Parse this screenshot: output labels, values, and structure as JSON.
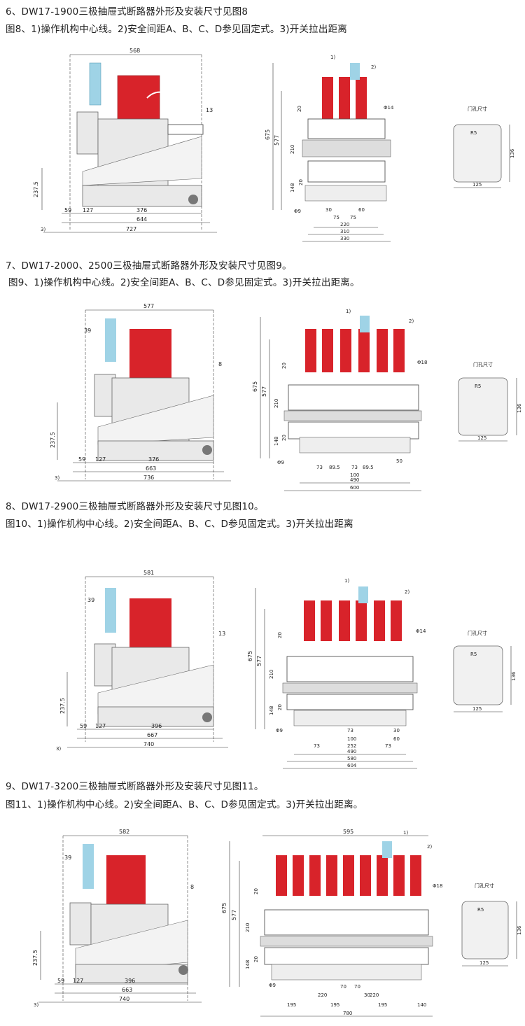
{
  "sections": [
    {
      "heading": "6、DW17-1900三极抽屉式断路器外形及安装尺寸见图8",
      "caption": "图8、1)操作机构中心线。2)安全间距A、B、C、D参见固定式。3)开关拉出距离",
      "side": {
        "top": "568",
        "op": "13",
        "h1": "237.5",
        "d1": "59",
        "d2": "127",
        "d3": "376",
        "w1": "644",
        "w2": "727",
        "pull": "3)"
      },
      "front": {
        "n1": "1)",
        "n2": "2)",
        "phi": "Φ14",
        "h675": "675",
        "h577": "577",
        "h20a": "20",
        "h210": "210",
        "h148": "148",
        "h20b": "20",
        "hole": "Φ9",
        "w1": "30",
        "w2": "75",
        "w3": "75",
        "w4": "60",
        "w5": "220",
        "w6": "310",
        "w7": "330"
      },
      "door": {
        "title": "门孔尺寸",
        "r": "R5",
        "h": "136",
        "w": "125"
      }
    },
    {
      "heading": "7、DW17-2000、2500三极抽屉式断路器外形及安装尺寸见图9。",
      "caption": "图9、1)操作机构中心线。2)安全间距A、B、C、D参见固定式。3)开关拉出距离。",
      "side": {
        "top": "577",
        "op": "8",
        "top2": "39",
        "h1": "237.5",
        "d1": "59",
        "d2": "127",
        "d3": "376",
        "w1": "663",
        "w2": "736",
        "pull": "3)"
      },
      "front": {
        "n1": "1)",
        "n2": "2)",
        "phi": "Φ18",
        "h675": "675",
        "h577": "577",
        "h20a": "20",
        "h210": "210",
        "h148": "148",
        "h20b": "20",
        "hole": "Φ9",
        "w1": "73",
        "w2": "89.5",
        "w3": "73",
        "w4": "89.5",
        "w5": "50",
        "w6": "100",
        "w7": "490",
        "w8": "600"
      },
      "door": {
        "title": "门孔尺寸",
        "r": "R5",
        "h": "136",
        "w": "125"
      }
    },
    {
      "heading": "8、DW17-2900三极抽屉式断路器外形及安装尺寸见图10。",
      "caption": "图10、1)操作机构中心线。2)安全间距A、B、C、D参见固定式。3)开关拉出距离",
      "side": {
        "top": "581",
        "op": "13",
        "top2": "39",
        "h1": "237.5",
        "d1": "59",
        "d2": "127",
        "d3": "396",
        "w1": "667",
        "w2": "740",
        "pull": "3)"
      },
      "front": {
        "n1": "1)",
        "n2": "2)",
        "phi": "Φ14",
        "h675": "675",
        "h577": "577",
        "h20a": "20",
        "h210": "210",
        "h148": "148",
        "h20b": "20",
        "hole": "Φ9",
        "w1": "73",
        "w2": "100",
        "w3": "30",
        "w4": "60",
        "w5": "73",
        "w6": "252",
        "w7": "73",
        "w8": "490",
        "w9": "580",
        "w10": "604"
      },
      "door": {
        "title": "门孔尺寸",
        "r": "R5",
        "h": "136",
        "w": "125"
      }
    },
    {
      "heading": "9、DW17-3200三极抽屉式断路器外形及安装尺寸见图11。",
      "caption": "图11、1)操作机构中心线。2)安全间距A、B、C、D参见固定式。3)开关拉出距离。",
      "side": {
        "top": "582",
        "op": "8",
        "top2": "39",
        "h1": "237.5",
        "d1": "59",
        "d2": "127",
        "d3": "396",
        "w1": "663",
        "w2": "740",
        "pull": "3)"
      },
      "front": {
        "n1": "1)",
        "n2": "2)",
        "phi": "Φ18",
        "top": "595",
        "h675": "675",
        "h577": "577",
        "h20a": "20",
        "h210": "210",
        "h148": "148",
        "h20b": "20",
        "hole": "Φ9",
        "w1": "220",
        "w2": "70",
        "w3": "70",
        "w4": "30",
        "w5": "220",
        "w6": "195",
        "w7": "195",
        "w8": "195",
        "w9": "140",
        "w10": "780"
      },
      "door": {
        "title": "门孔尺寸",
        "r": "R5",
        "h": "136",
        "w": "125"
      }
    }
  ],
  "colors": {
    "red": "#d8232a",
    "blue": "#9fd3e6",
    "gray": "#e6e6e6"
  }
}
